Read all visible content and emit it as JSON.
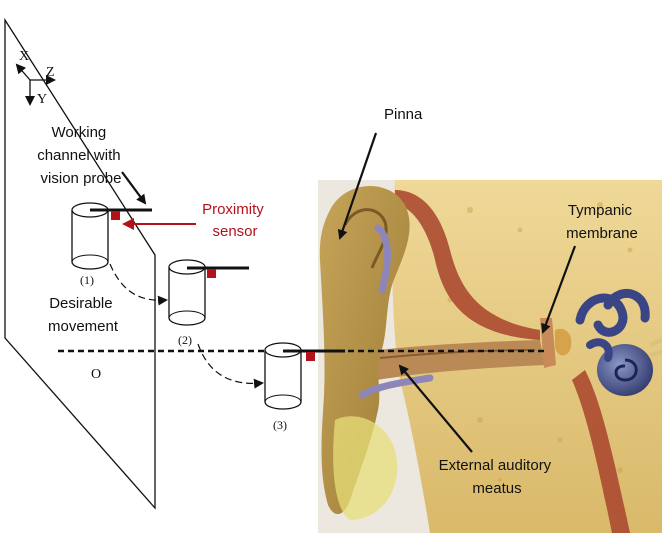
{
  "axes": {
    "x": "X",
    "y": "Y",
    "z": "Z"
  },
  "labels": {
    "working_channel": [
      "Working",
      "channel with",
      "vision probe"
    ],
    "proximity_sensor": [
      "Proximity",
      "sensor"
    ],
    "desirable_movement": [
      "Desirable",
      "movement"
    ],
    "origin": "O",
    "pinna": "Pinna",
    "tympanic_membrane": [
      "Tympanic",
      "membrane"
    ],
    "external_auditory_meatus": [
      "External auditory",
      "meatus"
    ]
  },
  "positions": [
    "(1)",
    "(2)",
    "(3)"
  ],
  "colors": {
    "sensor": "#b3121b",
    "line": "#111111",
    "bone": "#e8cf8a",
    "skin": "#c9a85a"
  }
}
